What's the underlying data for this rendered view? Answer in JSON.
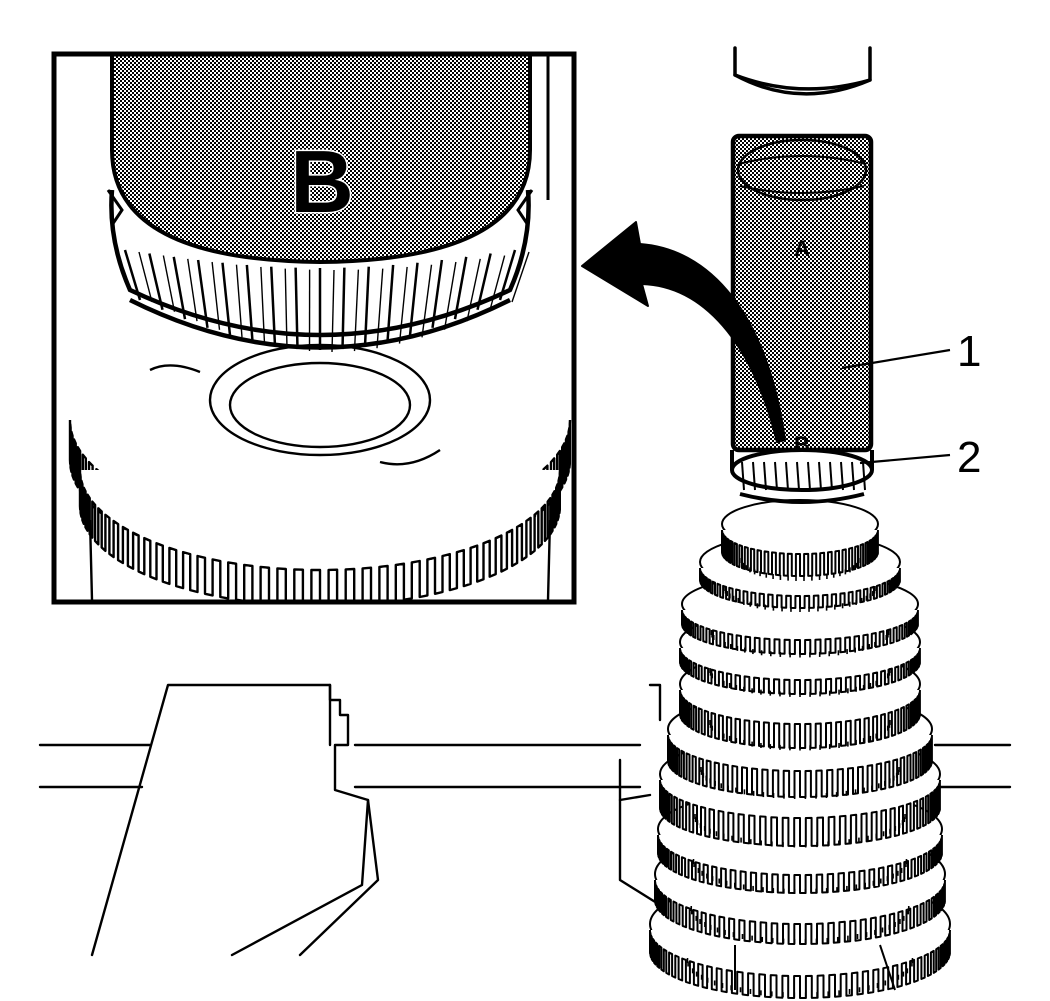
{
  "diagram": {
    "inset_label": "B",
    "tool_label_top": "A",
    "tool_label_bottom": "B",
    "callouts": [
      {
        "number": "1"
      },
      {
        "number": "2"
      }
    ],
    "colors": {
      "ink": "#000000",
      "paper": "#ffffff",
      "screen": "#777777"
    }
  }
}
